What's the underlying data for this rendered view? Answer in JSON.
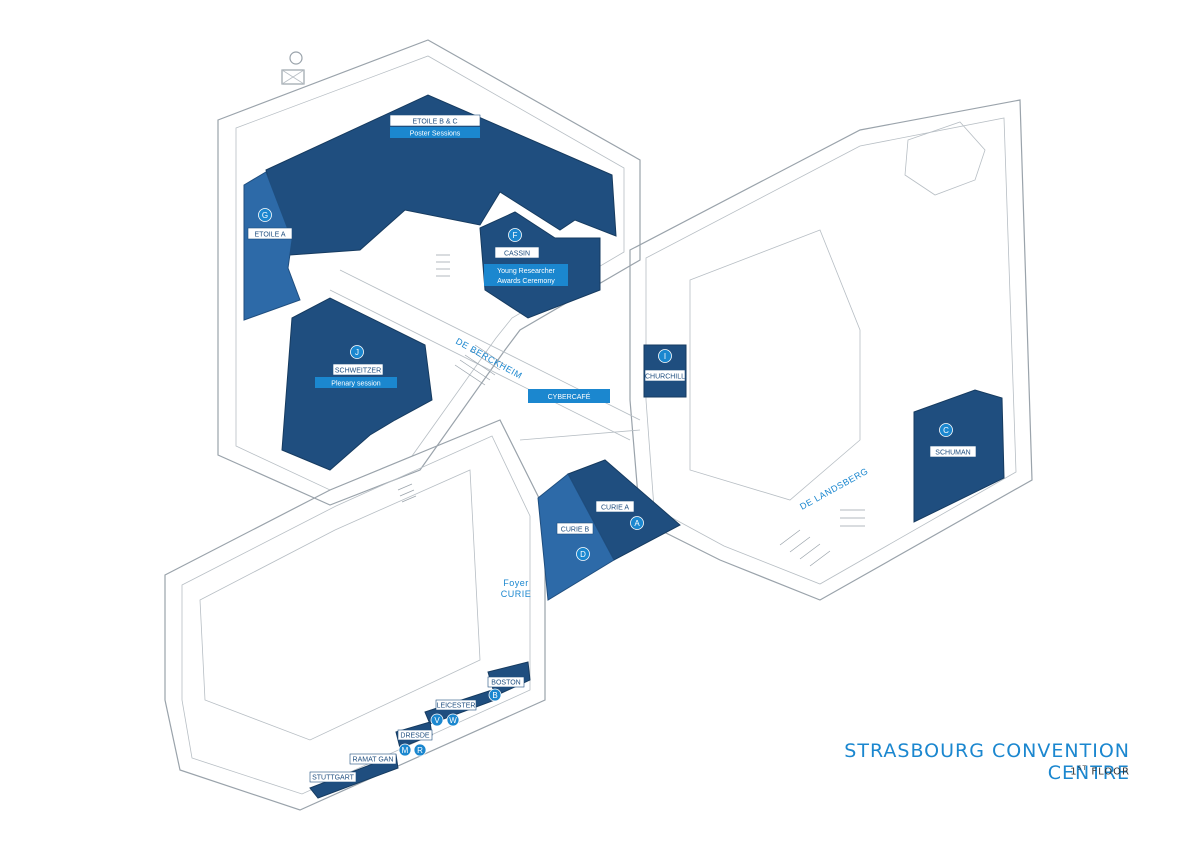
{
  "title": "STRASBOURG CONVENTION CENTRE",
  "floor": {
    "number": "1",
    "suffix": "ST",
    "word": "FLOOR"
  },
  "colors": {
    "room_dark": "#1f4e7f",
    "room_mid": "#2d6aa8",
    "accent": "#1b87cf",
    "walls": "#9aa3ab"
  },
  "rooms": {
    "etoile_bc": {
      "name": "ETOILE B & C",
      "note": "Poster Sessions"
    },
    "etoile_a": {
      "name": "ETOILE A",
      "badge": "G"
    },
    "cassin": {
      "name": "CASSIN",
      "badge": "F",
      "note_line1": "Young Researcher",
      "note_line2": "Awards Ceremony"
    },
    "schweitzer": {
      "name": "SCHWEITZER",
      "badge": "J",
      "note": "Plenary session"
    },
    "churchill": {
      "name": "CHURCHILL",
      "badge": "I"
    },
    "schuman": {
      "name": "SCHUMAN",
      "badge": "C"
    },
    "curie_a": {
      "name": "CURIE A",
      "badge": "A"
    },
    "curie_b": {
      "name": "CURIE B",
      "badge": "D"
    },
    "boston": {
      "name": "BOSTON",
      "badge": "B"
    },
    "leicester": {
      "name": "LEICESTER",
      "badges": [
        "V",
        "W"
      ]
    },
    "dresde": {
      "name": "DRESDE",
      "badges": [
        "M",
        "R"
      ]
    },
    "ramat_gan": {
      "name": "RAMAT GAN"
    },
    "stuttgart": {
      "name": "STUTTGART"
    }
  },
  "areas": {
    "cybercafe": "CYBERCAFÉ",
    "de_berckheim": "DE BERCKHEIM",
    "de_landsberg": "DE LANDSBERG",
    "foyer_line1": "Foyer",
    "foyer_line2": "CURIE"
  }
}
